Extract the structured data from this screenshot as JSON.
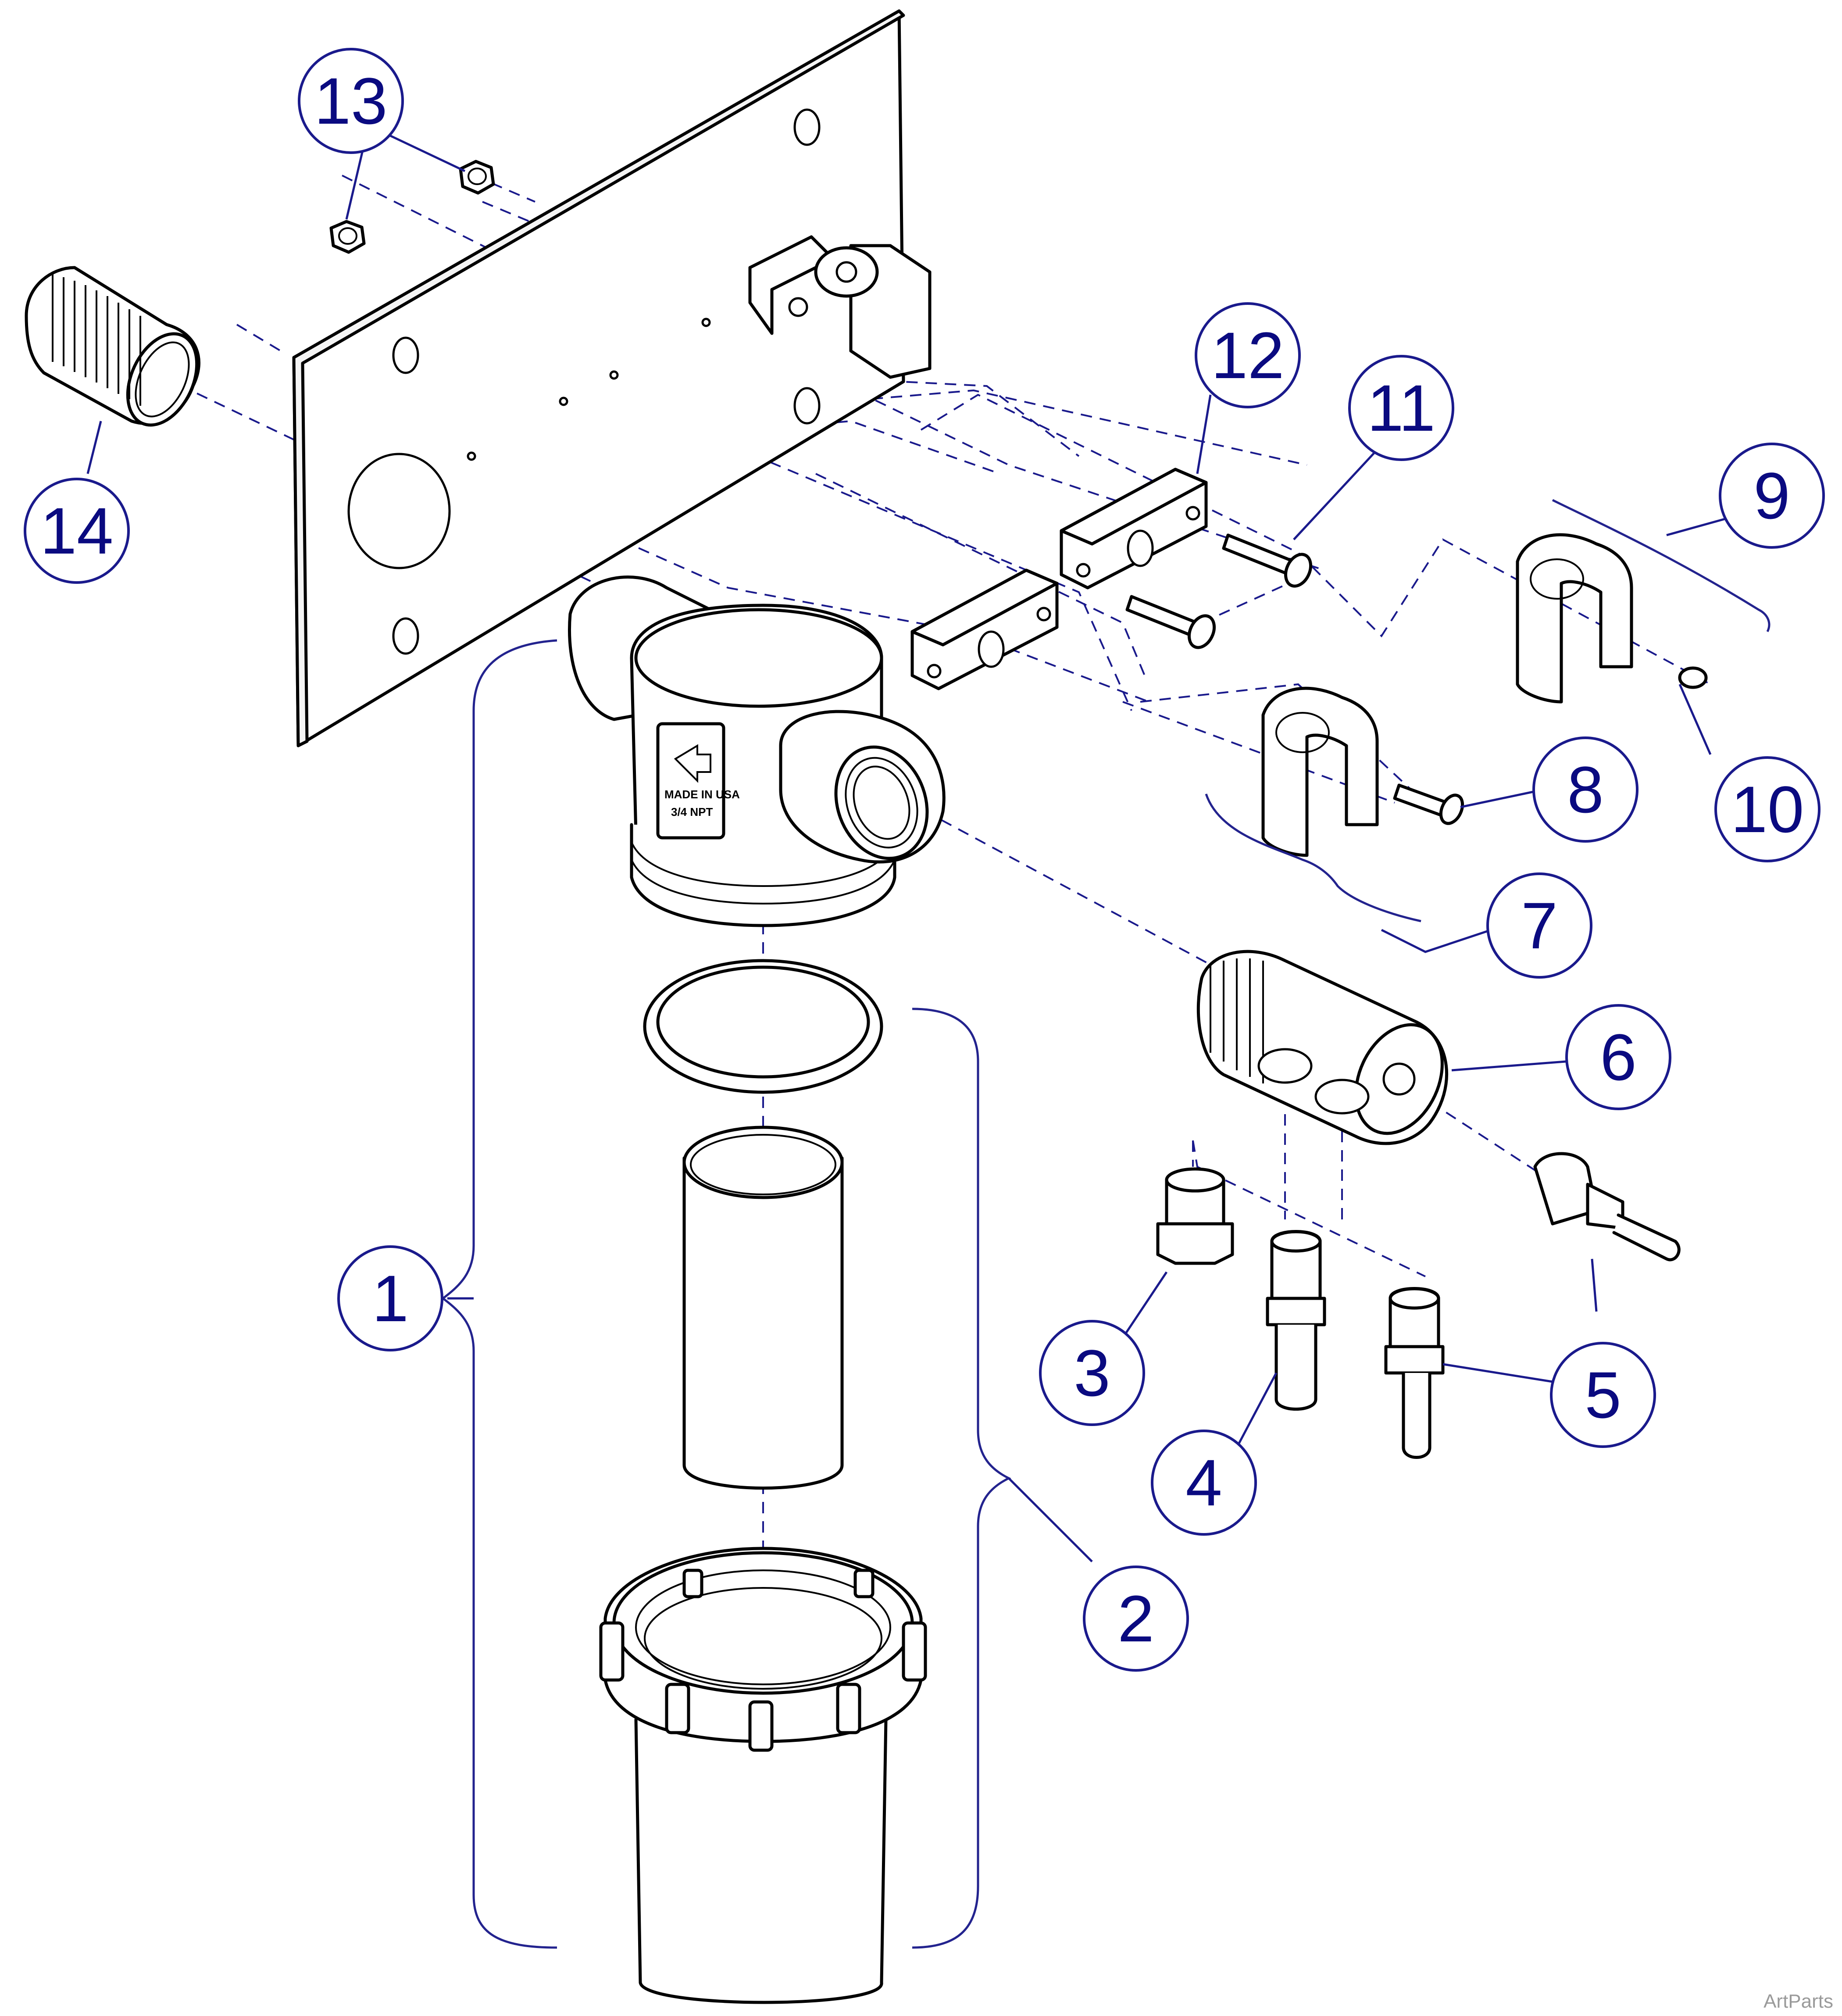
{
  "diagram": {
    "callouts": [
      {
        "label": "1"
      },
      {
        "label": "2"
      },
      {
        "label": "3"
      },
      {
        "label": "4"
      },
      {
        "label": "5"
      },
      {
        "label": "6"
      },
      {
        "label": "7"
      },
      {
        "label": "8"
      },
      {
        "label": "9"
      },
      {
        "label": "10"
      },
      {
        "label": "11"
      },
      {
        "label": "12"
      },
      {
        "label": "13"
      },
      {
        "label": "14"
      }
    ],
    "housing_marking": {
      "line1": "MADE IN USA",
      "line2": "3/4 NPT"
    },
    "colors": {
      "callout": "#1a1a8c",
      "linework": "#000000",
      "watermark": "#9a9a9a"
    }
  },
  "watermark": "ArtParts"
}
